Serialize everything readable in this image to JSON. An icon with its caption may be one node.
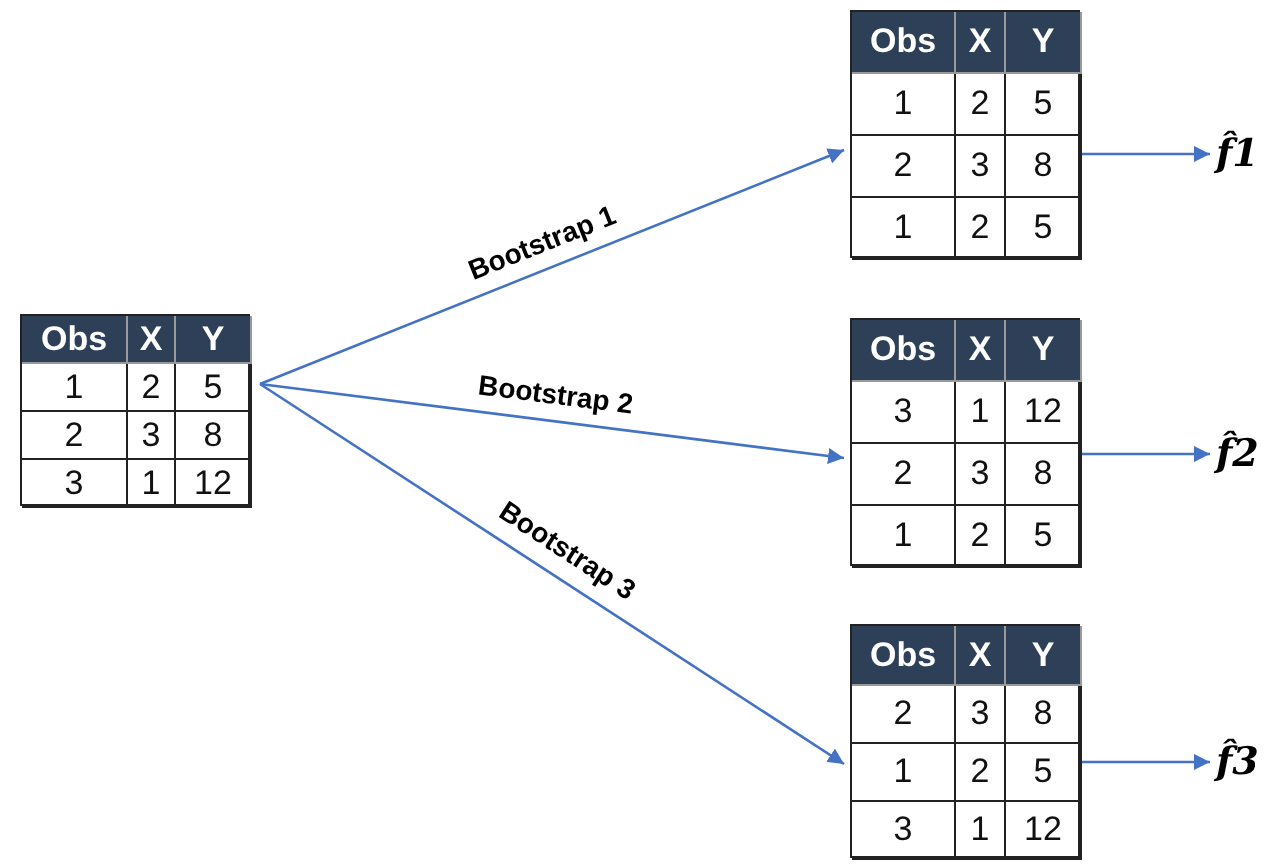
{
  "diagram": {
    "nodes": [
      {
        "text": [
          "Obs",
          "X",
          "Y",
          "1",
          "2",
          "5",
          "2",
          "3",
          "8",
          "3",
          "1",
          "12"
        ]
      },
      {
        "text": [
          "Obs",
          "X",
          "Y",
          "1",
          "2",
          "5",
          "2",
          "3",
          "8",
          "1",
          "2",
          "5"
        ]
      },
      {
        "text": [
          "Obs",
          "X",
          "Y",
          "3",
          "1",
          "12",
          "2",
          "3",
          "8",
          "1",
          "2",
          "5"
        ]
      },
      {
        "text": [
          "Obs",
          "X",
          "Y",
          "2",
          "3",
          "8",
          "1",
          "2",
          "5",
          "3",
          "1",
          "12"
        ]
      },
      {
        "text": [
          "f̂1"
        ]
      },
      {
        "text": [
          "f̂2"
        ]
      },
      {
        "text": [
          "f̂3"
        ]
      }
    ],
    "edges": [
      {
        "from": 0,
        "to": 1,
        "arrow": "to",
        "label": "Bootstrap 1"
      },
      {
        "from": 0,
        "to": 2,
        "arrow": "to",
        "label": "Bootstrap 2"
      },
      {
        "from": 0,
        "to": 3,
        "arrow": "to",
        "label": "Bootstrap 3"
      },
      {
        "from": 1,
        "to": 4,
        "arrow": "to"
      },
      {
        "from": 2,
        "to": 5,
        "arrow": "to"
      },
      {
        "from": 3,
        "to": 6,
        "arrow": "to"
      }
    ]
  }
}
